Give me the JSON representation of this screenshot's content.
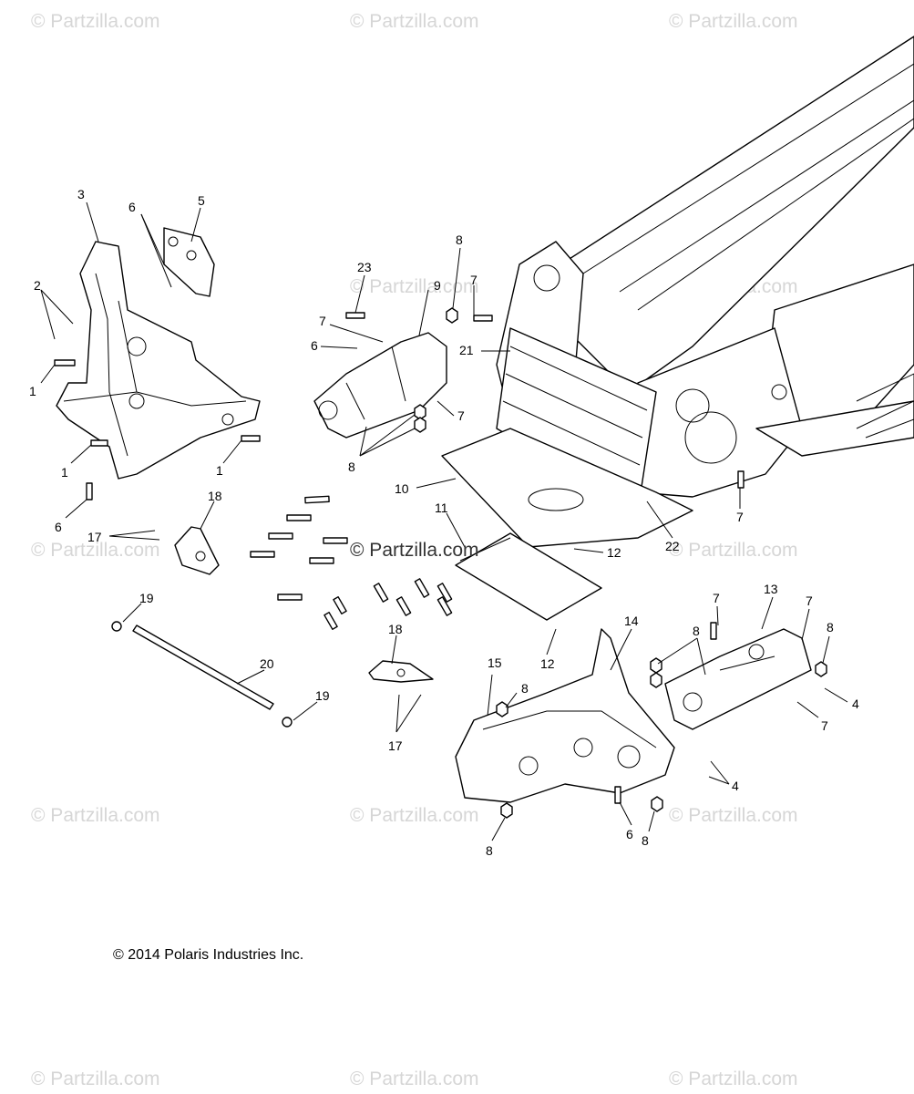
{
  "watermark_text": "© Partzilla.com",
  "center_watermark_text": "© Partzilla.com",
  "copyright": "© 2014 Polaris Industries Inc.",
  "callouts": [
    {
      "id": "c3",
      "label": "3"
    },
    {
      "id": "c5",
      "label": "5"
    },
    {
      "id": "c6a",
      "label": "6"
    },
    {
      "id": "c2",
      "label": "2"
    },
    {
      "id": "c1a",
      "label": "1"
    },
    {
      "id": "c1b",
      "label": "1"
    },
    {
      "id": "c1c",
      "label": "1"
    },
    {
      "id": "c6b",
      "label": "6"
    },
    {
      "id": "c8a",
      "label": "8"
    },
    {
      "id": "c23",
      "label": "23"
    },
    {
      "id": "c9",
      "label": "9"
    },
    {
      "id": "c7a",
      "label": "7"
    },
    {
      "id": "c7b",
      "label": "7"
    },
    {
      "id": "c6c",
      "label": "6"
    },
    {
      "id": "c21",
      "label": "21"
    },
    {
      "id": "c7c",
      "label": "7"
    },
    {
      "id": "c8b",
      "label": "8"
    },
    {
      "id": "c10",
      "label": "10"
    },
    {
      "id": "c18a",
      "label": "18"
    },
    {
      "id": "c17a",
      "label": "17"
    },
    {
      "id": "c11",
      "label": "11"
    },
    {
      "id": "c12a",
      "label": "12"
    },
    {
      "id": "c22",
      "label": "22"
    },
    {
      "id": "c7d",
      "label": "7"
    },
    {
      "id": "c19a",
      "label": "19"
    },
    {
      "id": "c20",
      "label": "20"
    },
    {
      "id": "c19b",
      "label": "19"
    },
    {
      "id": "c18b",
      "label": "18"
    },
    {
      "id": "c17b",
      "label": "17"
    },
    {
      "id": "c12b",
      "label": "12"
    },
    {
      "id": "c15",
      "label": "15"
    },
    {
      "id": "c8c",
      "label": "8"
    },
    {
      "id": "c14",
      "label": "14"
    },
    {
      "id": "c7e",
      "label": "7"
    },
    {
      "id": "c13",
      "label": "13"
    },
    {
      "id": "c7f",
      "label": "7"
    },
    {
      "id": "c8d",
      "label": "8"
    },
    {
      "id": "c8e",
      "label": "8"
    },
    {
      "id": "c4a",
      "label": "4"
    },
    {
      "id": "c7g",
      "label": "7"
    },
    {
      "id": "c4b",
      "label": "4"
    },
    {
      "id": "c6d",
      "label": "6"
    },
    {
      "id": "c8f",
      "label": "8"
    },
    {
      "id": "c8g",
      "label": "8"
    }
  ]
}
